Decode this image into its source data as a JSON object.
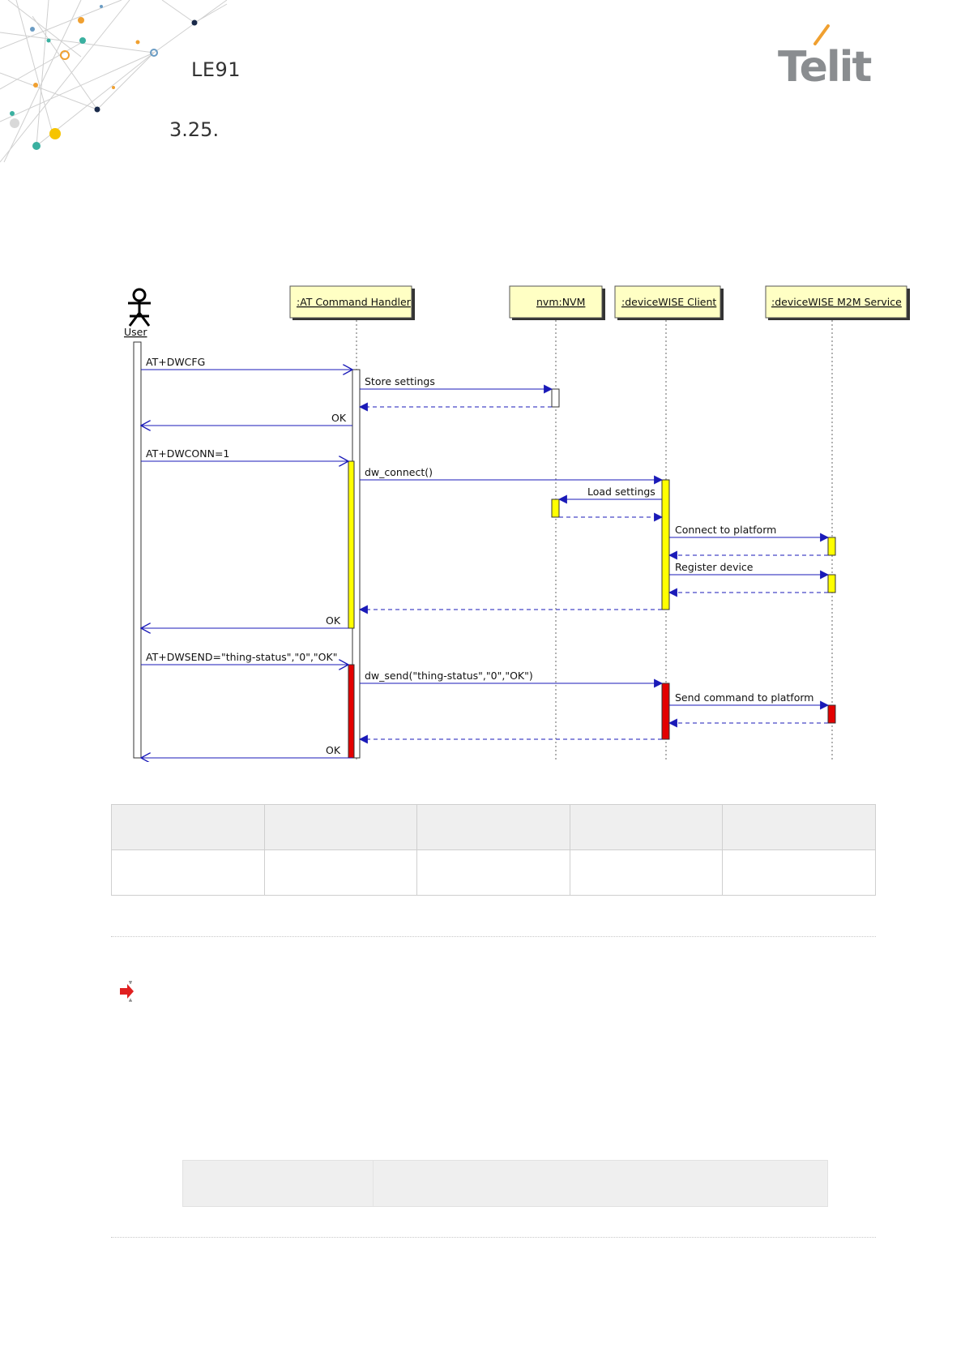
{
  "header": {
    "product": "LE91",
    "section_number": "3.25.",
    "logo_text": "Telit"
  },
  "diagram": {
    "actor": "User",
    "participants": [
      ":AT Command Handler",
      "nvm:NVM",
      ":deviceWISE Client",
      ":deviceWISE M2M Service"
    ],
    "messages": [
      "AT+DWCFG",
      "Store settings",
      "OK",
      "AT+DWCONN=1",
      "dw_connect()",
      "Load settings",
      "Connect to platform",
      "Register device",
      "OK",
      "AT+DWSEND=\"thing-status\",\"0\",\"OK\"",
      "dw_send(\"thing-status\",\"0\",\"OK\")",
      "Send command to platform",
      "OK"
    ],
    "colors": {
      "note_yellow": "#ffff00",
      "active_red": "#e30000",
      "arrow_blue": "#1a1ab8",
      "box_fill": "#ffffc4"
    }
  },
  "table1": {
    "rows": 2,
    "columns": 5
  },
  "table2": {
    "rows": 1,
    "columns": 2
  },
  "note_icon": "arrow-note-icon"
}
